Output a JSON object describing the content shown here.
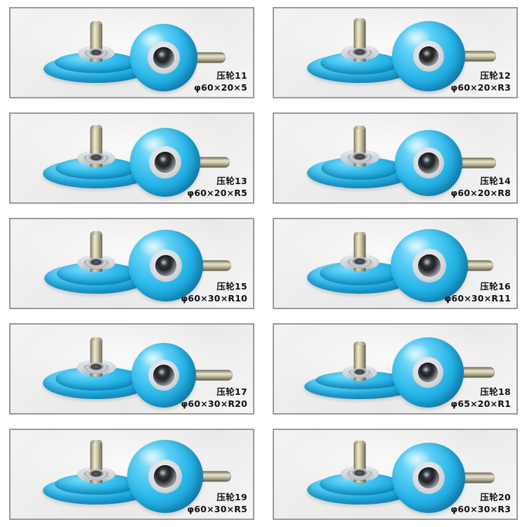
{
  "page": {
    "title": "压轮 Product Catalog Sheet",
    "background_color": "#ffffff",
    "panel_border_color": "#9a9a9a",
    "wheel_color": "#28b6e9",
    "shaft_color": "#cfc9ad",
    "bearing_color": "#34363b",
    "columns": 2,
    "rows": 5
  },
  "products": [
    {
      "name": "压轮11",
      "spec": "φ60×20×5",
      "diameter_mm": 60,
      "width_mm": 20,
      "profile": "5",
      "profile_type": "flat-chamfer",
      "left_view": "tilted-wheel-vertical-shaft",
      "right_view": "profile-wheel-horizontal-shaft"
    },
    {
      "name": "压轮12",
      "spec": "φ60×20×R3",
      "diameter_mm": 60,
      "width_mm": 20,
      "profile": "R3",
      "profile_type": "round-groove",
      "left_view": "tilted-wheel-vertical-shaft",
      "right_view": "profile-wheel-horizontal-shaft"
    },
    {
      "name": "压轮13",
      "spec": "φ60×20×R5",
      "diameter_mm": 60,
      "width_mm": 20,
      "profile": "R5",
      "profile_type": "round-groove",
      "left_view": "tilted-wheel-vertical-shaft",
      "right_view": "profile-wheel-horizontal-shaft"
    },
    {
      "name": "压轮14",
      "spec": "φ60×20×R8",
      "diameter_mm": 60,
      "width_mm": 20,
      "profile": "R8",
      "profile_type": "convex-round",
      "left_view": "tilted-wheel-vertical-shaft",
      "right_view": "profile-wheel-horizontal-shaft"
    },
    {
      "name": "压轮15",
      "spec": "φ60×30×R10",
      "diameter_mm": 60,
      "width_mm": 30,
      "profile": "R10",
      "profile_type": "convex-round",
      "left_view": "tilted-wheel-vertical-shaft",
      "right_view": "profile-wheel-horizontal-shaft"
    },
    {
      "name": "压轮16",
      "spec": "φ60×30×R11",
      "diameter_mm": 60,
      "width_mm": 30,
      "profile": "R11",
      "profile_type": "convex-round",
      "left_view": "tilted-wheel-vertical-shaft",
      "right_view": "profile-wheel-horizontal-shaft"
    },
    {
      "name": "压轮17",
      "spec": "φ60×30×R20",
      "diameter_mm": 60,
      "width_mm": 30,
      "profile": "R20",
      "profile_type": "convex-round",
      "left_view": "tilted-wheel-vertical-shaft",
      "right_view": "profile-wheel-horizontal-shaft"
    },
    {
      "name": "压轮18",
      "spec": "φ65×20×R1",
      "diameter_mm": 65,
      "width_mm": 20,
      "profile": "R1",
      "profile_type": "flat-disc",
      "left_view": "tilted-wheel-vertical-shaft",
      "right_view": "profile-wheel-horizontal-shaft"
    },
    {
      "name": "压轮19",
      "spec": "φ60×30×R5",
      "diameter_mm": 60,
      "width_mm": 30,
      "profile": "R5",
      "profile_type": "round-groove",
      "left_view": "tilted-wheel-vertical-shaft",
      "right_view": "profile-wheel-horizontal-shaft"
    },
    {
      "name": "压轮20",
      "spec": "φ60×30×R3",
      "diameter_mm": 60,
      "width_mm": 30,
      "profile": "R3",
      "profile_type": "round-groove",
      "left_view": "tilted-wheel-vertical-shaft",
      "right_view": "profile-wheel-horizontal-shaft"
    }
  ]
}
